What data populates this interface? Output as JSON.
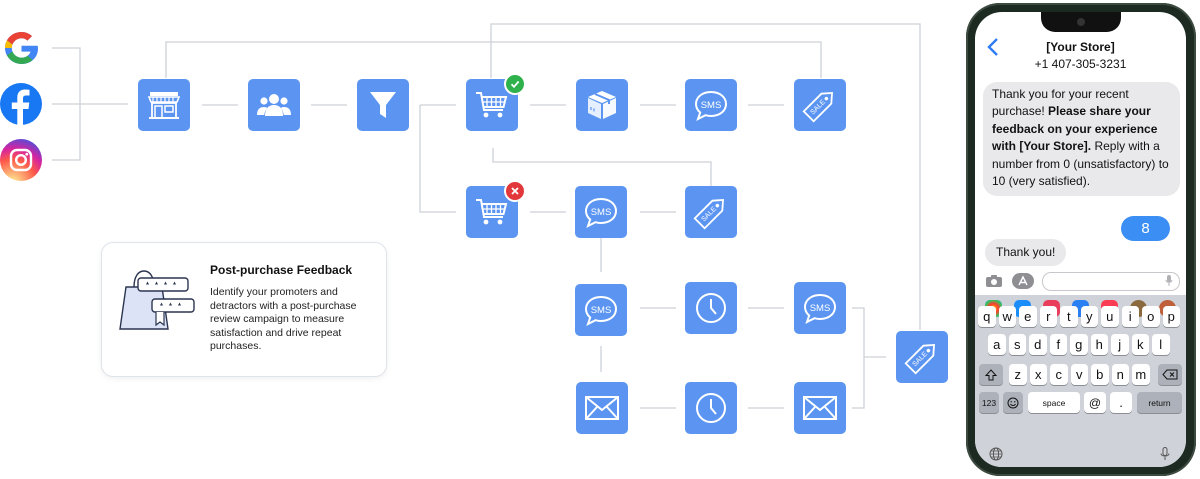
{
  "diagram": {
    "sources": [
      {
        "icon": "google-icon",
        "color": "#4285f4"
      },
      {
        "icon": "facebook-icon",
        "color": "#1877f2"
      },
      {
        "icon": "instagram-icon",
        "color": "#e1306c"
      }
    ],
    "node_color": "#5b95f1",
    "nodes": [
      {
        "id": "store",
        "icon": "store-icon"
      },
      {
        "id": "audience",
        "icon": "people-icon"
      },
      {
        "id": "filter",
        "icon": "funnel-icon"
      },
      {
        "id": "cart-purchased",
        "icon": "cart-check-icon"
      },
      {
        "id": "package",
        "icon": "package-icon"
      },
      {
        "id": "sms-1",
        "icon": "sms-icon",
        "label": "SMS"
      },
      {
        "id": "sale-1",
        "icon": "sale-tag-icon",
        "label": "SALE"
      },
      {
        "id": "cart-abandoned",
        "icon": "cart-x-icon"
      },
      {
        "id": "sms-2",
        "icon": "sms-icon",
        "label": "SMS"
      },
      {
        "id": "sale-2",
        "icon": "sale-tag-icon",
        "label": "SALE"
      },
      {
        "id": "sms-3",
        "icon": "sms-icon",
        "label": "SMS"
      },
      {
        "id": "wait-1",
        "icon": "clock-icon"
      },
      {
        "id": "sms-4",
        "icon": "sms-icon",
        "label": "SMS"
      },
      {
        "id": "email-1",
        "icon": "email-icon"
      },
      {
        "id": "wait-2",
        "icon": "clock-icon"
      },
      {
        "id": "email-2",
        "icon": "email-icon"
      },
      {
        "id": "sale-3",
        "icon": "sale-tag-icon",
        "label": "SALE"
      }
    ]
  },
  "card": {
    "title": "Post-purchase Feedback",
    "text": "Identify your promoters and detractors with a post-purchase review campaign to measure satisfaction and drive repeat purchases."
  },
  "phone": {
    "contact": "[Your Store]",
    "number": "+1 407-305-3231",
    "message_in": {
      "a": "Thank you for your recent purchase! ",
      "b": "Please share your feedback on your experience with [Your Store].",
      "c": " Reply with a number from 0 (unsatisfactory) to 10 (very satisfied)."
    },
    "reply": "8",
    "thanks": "Thank you!",
    "keyboard": {
      "row1": [
        "q",
        "w",
        "e",
        "r",
        "t",
        "y",
        "u",
        "i",
        "o",
        "p"
      ],
      "row2": [
        "a",
        "s",
        "d",
        "f",
        "g",
        "h",
        "j",
        "k",
        "l"
      ],
      "row3": [
        "z",
        "x",
        "c",
        "v",
        "b",
        "n",
        "m"
      ],
      "numbers": "123",
      "space": "space",
      "at": "@",
      "dot": ".",
      "return": "return"
    }
  }
}
